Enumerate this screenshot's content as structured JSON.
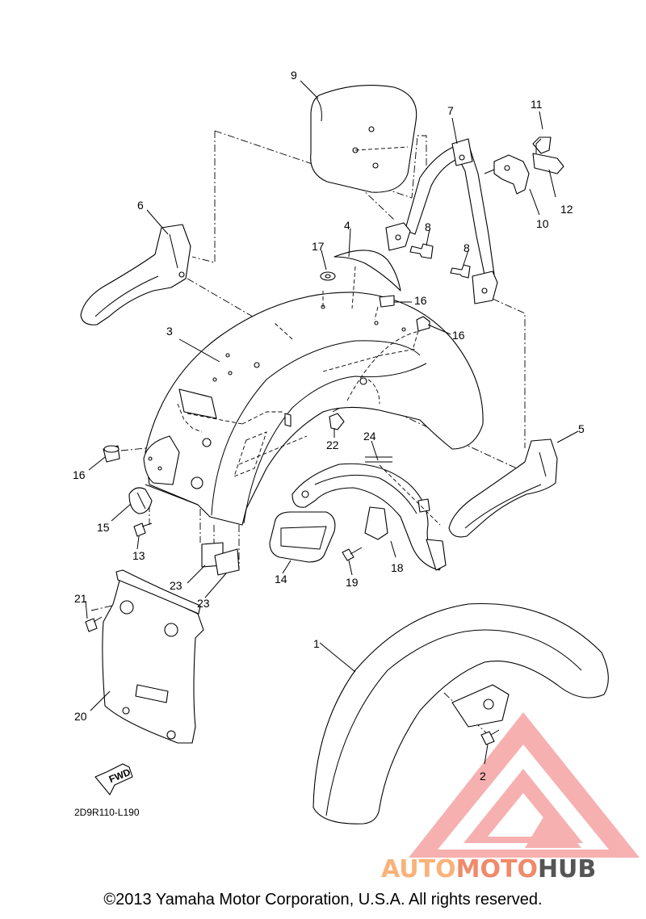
{
  "diagram": {
    "code": "2D9R110-L190",
    "fwd_label": "FWD",
    "callouts": {
      "c1": "1",
      "c2": "2",
      "c3": "3",
      "c4": "4",
      "c5": "5",
      "c6": "6",
      "c7": "7",
      "c8a": "8",
      "c8b": "8",
      "c9": "9",
      "c10": "10",
      "c11": "11",
      "c12": "12",
      "c13": "13",
      "c14": "14",
      "c15": "15",
      "c16a": "16",
      "c16b": "16",
      "c16c": "16",
      "c17": "17",
      "c18": "18",
      "c19": "19",
      "c20": "20",
      "c21": "21",
      "c22": "22",
      "c23a": "23",
      "c23b": "23",
      "c24": "24"
    }
  },
  "watermark": {
    "part1": "AUTO",
    "part2": "MOTO",
    "part3": "HUB",
    "color_light": "#f9b27a",
    "color_mid": "#f08a6a",
    "color_dark": "#555555",
    "logo_color": "#f6a3a3"
  },
  "footer": {
    "copyright": "©2013 Yamaha Motor Corporation, U.S.A. All rights reserved."
  }
}
